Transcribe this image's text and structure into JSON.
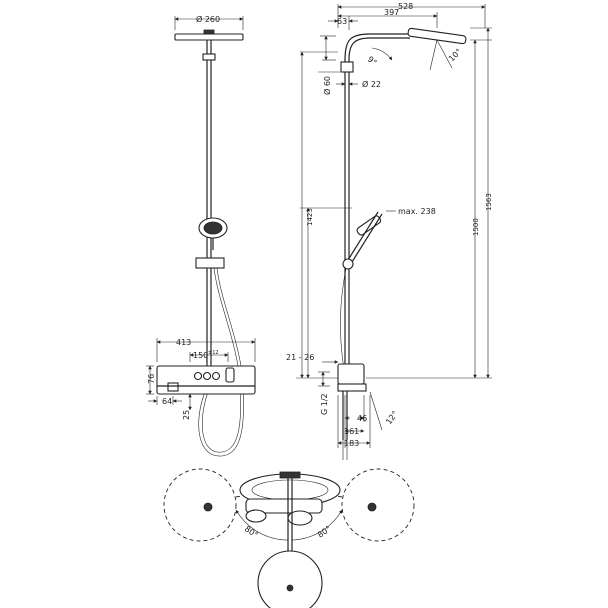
{
  "front_view": {
    "dims": {
      "head_diameter": "Ø 260",
      "width_413": "413",
      "center_150": "150",
      "center_150_tol": "±12",
      "height_76": "76",
      "offset_64": "64",
      "drop_25": "25"
    }
  },
  "side_view": {
    "dims": {
      "reach_528": "528",
      "reach_397": "397",
      "wall_63": "63",
      "angle_9": "9°",
      "angle_10": "10°",
      "rail_60": "Ø 60",
      "rail_22": "Ø 22",
      "handshower_max": "max. 238",
      "height_1423": "1423",
      "height_1500": "1500",
      "height_1563": "1563",
      "wall_21_26": "21 - 26",
      "thread_g12": "G 1/2",
      "depth_46": "46",
      "depth_161": "161",
      "depth_183": "183",
      "angle_12": "12°"
    }
  },
  "top_view": {
    "dims": {
      "swivel_left": "80°",
      "swivel_right": "80°"
    }
  },
  "colors": {
    "line": "#222222",
    "background": "#ffffff"
  }
}
